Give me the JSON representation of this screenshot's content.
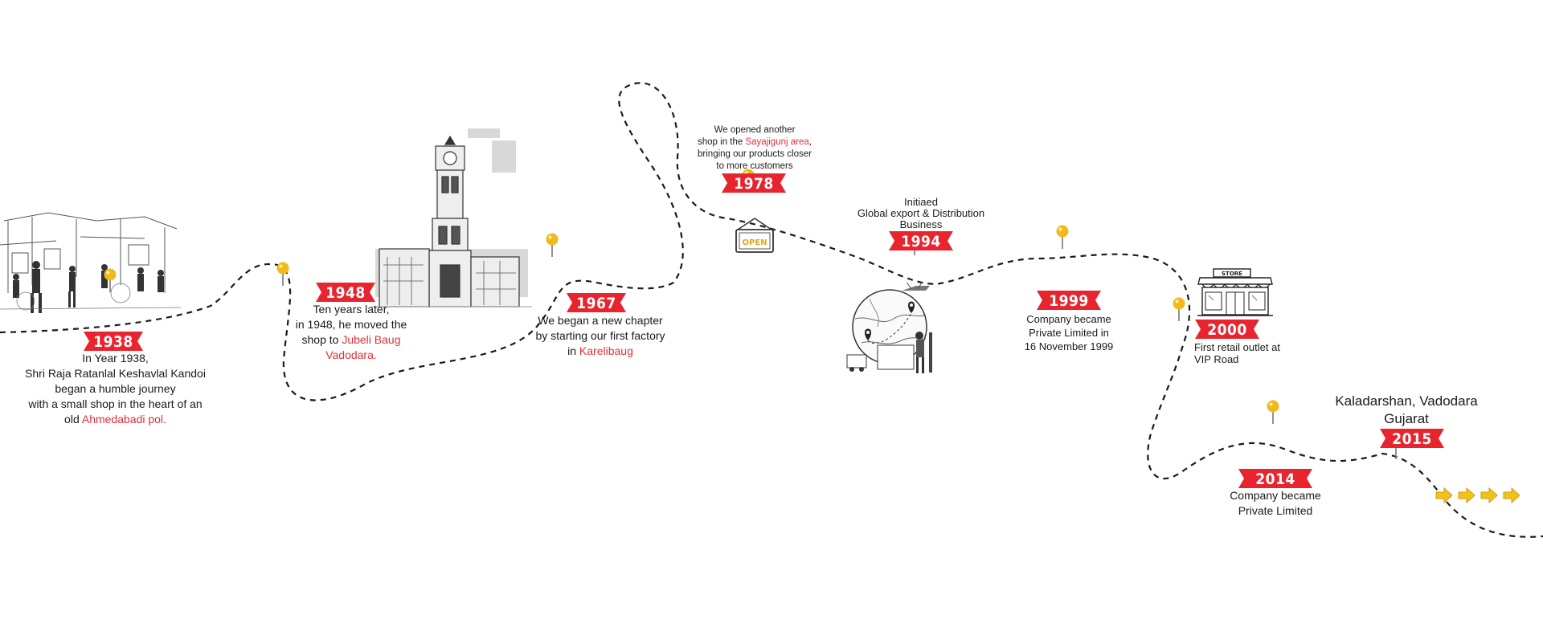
{
  "colors": {
    "ribbon": "#e8252f",
    "highlight": "#e0303a",
    "pin": "#f2b91c",
    "path": "#1a1a1a"
  },
  "milestones": [
    {
      "year": "1938",
      "lines": [
        "In Year 1938,",
        "Shri Raja Ratanlal Keshavlal Kandoi",
        "began a humble journey",
        "with a small shop in the heart of an"
      ],
      "last_prefix": "old ",
      "last_highlight": "Ahmedabadi pol",
      "last_suffix": "."
    },
    {
      "year": "1948",
      "lines": [
        "Ten years later,",
        "in 1948, he moved the"
      ],
      "mid_prefix": "shop to ",
      "mid_highlight": "Jubeli Baug",
      "last_highlight": "Vadodara",
      "last_suffix": "."
    },
    {
      "year": "1967",
      "lines": [
        "We began a new chapter",
        "by starting our first factory"
      ],
      "last_prefix": "in ",
      "last_highlight": "Karelibaug"
    },
    {
      "year": "1978",
      "line1": "We opened another",
      "line2_prefix": "shop in the ",
      "line2_highlight": "Sayajigunj area",
      "line2_suffix": ",",
      "lines_after": [
        "bringing our products closer",
        "to more customers"
      ],
      "sign": "OPEN"
    },
    {
      "year": "1994",
      "lines": [
        "Initiaed",
        "Global export & Distribution",
        "Business"
      ]
    },
    {
      "year": "1999",
      "lines": [
        "Company became",
        "Private Limited in",
        "16 November 1999"
      ]
    },
    {
      "year": "2000",
      "lines": [
        "First retail outlet at",
        "VIP Road"
      ],
      "store_sign": "STORE"
    },
    {
      "year": "2014",
      "lines": [
        "Company became",
        "Private Limited"
      ]
    },
    {
      "year": "2015",
      "lines": [
        "Kaladarshan, Vadodara",
        "Gujarat"
      ]
    }
  ],
  "icons": {
    "pin": "map-pin-icon",
    "open_sign": "open-sign-icon",
    "globe": "globe-logistics-icon",
    "store": "store-front-icon",
    "arrows": "forward-arrow-icon"
  }
}
